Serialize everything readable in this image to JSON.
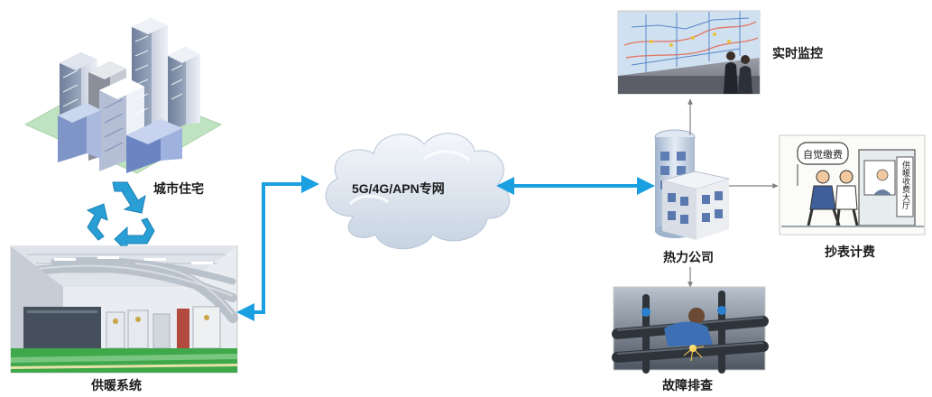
{
  "labels": {
    "residential": "城市住宅",
    "heating_system": "供暖系统",
    "network": "5G/4G/APN专网",
    "company": "热力公司",
    "monitoring": "实时监控",
    "billing": "抄表计费",
    "troubleshooting": "故障排查"
  },
  "billing_scene": {
    "sign_text": "自觉缴费",
    "hall_text": "供暖收费大厅"
  },
  "colors": {
    "arrow_blue": "#1aa0e0",
    "recycle_blue": "#2a9fd6",
    "connector_gray": "#808080",
    "building_blue": "#7f95c8",
    "floor_green": "#3fa84a"
  },
  "icons": {
    "residential": "city-buildings-icon",
    "recycle": "recycle-arrows-icon",
    "network": "cloud-icon",
    "company": "office-building-icon"
  }
}
